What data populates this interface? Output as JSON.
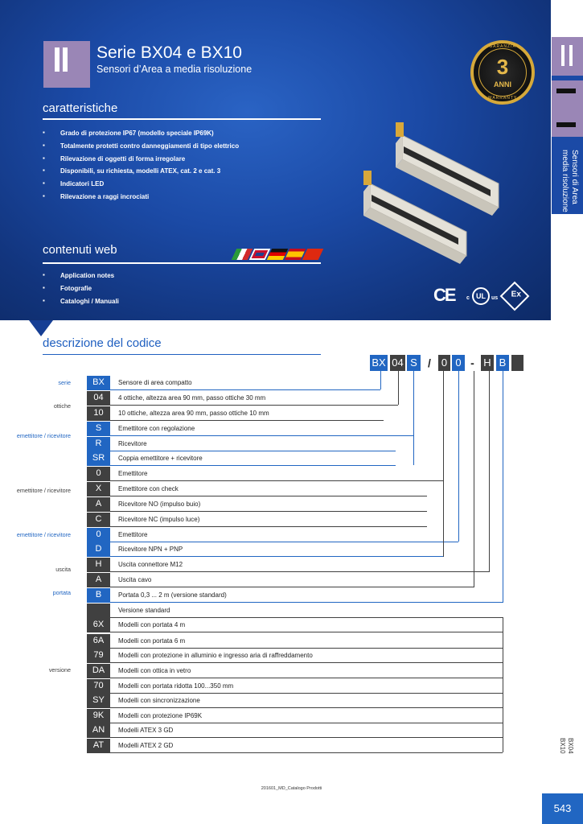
{
  "header": {
    "title": "Serie BX04 e BX10",
    "subtitle": "Sensori d’Area a media risoluzione"
  },
  "badge": {
    "top": "GARANZIA",
    "number": "3",
    "unit": "ANNI",
    "bottom": "WARRANTY"
  },
  "features": {
    "heading": "caratteristiche",
    "items": [
      "Grado di protezione IP67 (modello speciale IP69K)",
      "Totalmente protetti contro danneggiamenti di tipo elettrico",
      "Rilevazione di oggetti di forma irregolare",
      "Disponibili, su richiesta, modelli ATEX, cat. 2 e cat. 3",
      "Indicatori LED",
      "Rilevazione a raggi incrociati"
    ]
  },
  "web": {
    "heading": "contenuti web",
    "items": [
      "Application notes",
      "Fotografie",
      "Cataloghi / Manuali"
    ]
  },
  "certs": {
    "ce": "CE",
    "ul": "UL",
    "ul_c": "c",
    "ul_us": "us",
    "ex": "Ex"
  },
  "side_tab": {
    "line1": "Sensori di Area",
    "line2": "media risoluzione"
  },
  "description": {
    "heading": "descrizione del codice",
    "code": [
      "BX",
      "04",
      "S",
      "/",
      "0",
      "0",
      "-",
      "H",
      "B",
      ""
    ],
    "groups": [
      "serie",
      "ottiche",
      "emettitore / ricevitore",
      "emettitore / ricevitore",
      "emettitore / ricevitore",
      "uscita",
      "portata",
      "versione"
    ],
    "rows": [
      {
        "code": "BX",
        "desc": "Sensore di area compatto"
      },
      {
        "code": "04",
        "desc": "4 ottiche, altezza area 90 mm, passo ottiche 30 mm"
      },
      {
        "code": "10",
        "desc": "10 ottiche, altezza area 90 mm, passo ottiche 10 mm"
      },
      {
        "code": "S",
        "desc": "Emettitore con regolazione"
      },
      {
        "code": "R",
        "desc": "Ricevitore"
      },
      {
        "code": "SR",
        "desc": "Coppia emettitore + ricevitore"
      },
      {
        "code": "0",
        "desc": "Emettitore"
      },
      {
        "code": "X",
        "desc": "Emettitore con check"
      },
      {
        "code": "A",
        "desc": "Ricevitore NO (impulso buio)"
      },
      {
        "code": "C",
        "desc": "Ricevitore NC (impulso luce)"
      },
      {
        "code": "0",
        "desc": "Emettitore"
      },
      {
        "code": "D",
        "desc": "Ricevitore NPN + PNP"
      },
      {
        "code": "H",
        "desc": "Uscita connettore M12"
      },
      {
        "code": "A",
        "desc": "Uscita cavo"
      },
      {
        "code": "B",
        "desc": "Portata 0,3 ... 2 m (versione standard)"
      },
      {
        "code": "",
        "desc": "Versione standard"
      },
      {
        "code": "6X",
        "desc": "Modelli con portata 4 m"
      },
      {
        "code": "6A",
        "desc": "Modelli con portata 6 m"
      },
      {
        "code": "79",
        "desc": "Modelli con protezione in alluminio e ingresso aria di raffreddamento"
      },
      {
        "code": "DA",
        "desc": "Modelli con ottica in vetro"
      },
      {
        "code": "70",
        "desc": "Modelli con portata ridotta 100...350 mm"
      },
      {
        "code": "SY",
        "desc": "Modelli con sincronizzazione"
      },
      {
        "code": "9K",
        "desc": "Modelli con protezione IP69K"
      },
      {
        "code": "AN",
        "desc": "Modelli ATEX 3 GD"
      },
      {
        "code": "AT",
        "desc": "Modelli ATEX 2 GD"
      }
    ]
  },
  "bx_side": {
    "line1": "BX04",
    "line2": "BX10"
  },
  "footer": {
    "text": "201601_MD_Catalogo Prodotti",
    "page": "543"
  },
  "colors": {
    "blue": "#2166c2",
    "dark": "#404040",
    "hero": "#1b4aa6",
    "violet": "#9a86b6"
  }
}
